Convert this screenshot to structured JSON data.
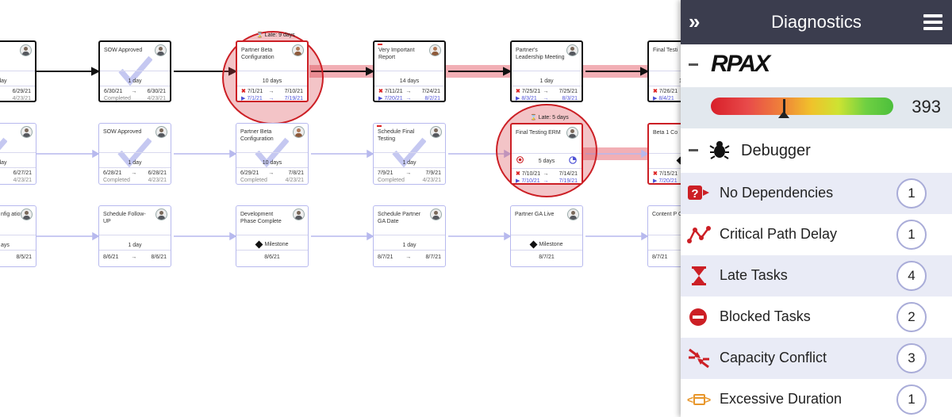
{
  "panel": {
    "title": "Diagnostics",
    "collapse_icon": "double-chevron-right-icon",
    "menu_icon": "hamburger-menu-icon",
    "logo_text": "RPAX",
    "score": "393",
    "score_level": 0.4,
    "debugger_title": "Debugger",
    "colors": {
      "header": "#3b3d4e",
      "accent": "#cc1f25",
      "count_border": "#a9acd8"
    },
    "items": [
      {
        "label": "No Dependencies",
        "count": "1",
        "icon": "question-arrow-icon"
      },
      {
        "label": "Critical Path Delay",
        "count": "1",
        "icon": "critical-path-icon"
      },
      {
        "label": "Late Tasks",
        "count": "4",
        "icon": "hourglass-icon"
      },
      {
        "label": "Blocked Tasks",
        "count": "2",
        "icon": "blocked-icon"
      },
      {
        "label": "Capacity Conflict",
        "count": "3",
        "icon": "capacity-conflict-icon"
      },
      {
        "label": "Excessive Duration",
        "count": "1",
        "icon": "excessive-duration-icon"
      }
    ]
  },
  "cards": {
    "r1c0": {
      "dur": "1 day",
      "end": "6/29/21",
      "end2": "4/23/21"
    },
    "r1c1": {
      "name": "SOW Approved",
      "dur": "1 day",
      "start": "6/30/21",
      "end": "6/30/21",
      "status": "Completed",
      "end2": "4/23/21"
    },
    "r1c2": {
      "name": "Partner Beta Configuration",
      "dur": "10 days",
      "start": "7/1/21",
      "end": "7/10/21",
      "start2": "7/1/21",
      "end2": "7/19/21",
      "late": "Late: 9 days"
    },
    "r1c3": {
      "name": "Very Important Report",
      "dur": "14 days",
      "start": "7/11/21",
      "end": "7/24/21",
      "start2": "7/20/21",
      "end2": "8/2/21"
    },
    "r1c4": {
      "name": "Partner's Leadership Meeting",
      "dur": "1 day",
      "start": "7/25/21",
      "end": "7/25/21",
      "start2": "8/3/21",
      "end2": "8/3/21"
    },
    "r1c5": {
      "name": "Final Testi",
      "dur": "1",
      "start": "7/26/21",
      "start2": "8/4/21"
    },
    "r2c0": {
      "dur": "1 day",
      "end": "6/27/21",
      "end2": "4/23/21"
    },
    "r2c1": {
      "name": "SOW Approved",
      "dur": "1 day",
      "start": "6/28/21",
      "end": "6/28/21",
      "status": "Completed",
      "end2": "4/23/21"
    },
    "r2c2": {
      "name": "Partner Beta Configuration",
      "dur": "10 days",
      "start": "6/29/21",
      "end": "7/8/21",
      "status": "Completed",
      "end2": "4/23/21"
    },
    "r2c3": {
      "name": "Schedule Final Testing",
      "dur": "1 day",
      "start": "7/9/21",
      "end": "7/9/21",
      "status": "Completed",
      "end2": "4/23/21"
    },
    "r2c4": {
      "name": "Final Testing ERM",
      "dur": "5 days",
      "start": "7/10/21",
      "end": "7/14/21",
      "start2": "7/10/21",
      "end2": "7/19/21",
      "late": "Late: 5 days"
    },
    "r2c5": {
      "name": "Beta 1 Co",
      "start": "7/15/21",
      "start2": "7/20/21"
    },
    "r3c0": {
      "name": "nfig ation",
      "dur": "ays",
      "end": "8/5/21"
    },
    "r3c1": {
      "name": "Schedule Follow-UP",
      "dur": "1 day",
      "start": "8/6/21",
      "end": "8/6/21"
    },
    "r3c2": {
      "name": "Development Phase Complete",
      "ms": "Milestone",
      "date": "8/6/21"
    },
    "r3c3": {
      "name": "Schedule Partner GA Date",
      "dur": "1 day",
      "start": "8/7/21",
      "end": "8/7/21"
    },
    "r3c4": {
      "name": "Partner  GA Live",
      "ms": "Milestone",
      "date": "8/7/21"
    },
    "r3c5": {
      "name": "Content P Creation",
      "start": "8/7/21"
    }
  },
  "arrow": "→"
}
